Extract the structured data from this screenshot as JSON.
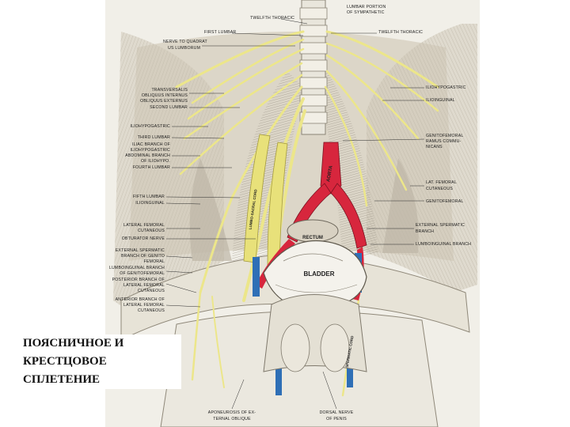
{
  "caption": {
    "line1": "ПОЯСНИЧНОЕ И",
    "line2": "КРЕСТЦОВОЕ",
    "line3": "СПЛЕТЕНИЕ"
  },
  "organs": {
    "bladder": "BLADDER",
    "rectum": "RECTUM",
    "aorta": "AORTA",
    "cord_left": "LUMBO-SACRAL CORD",
    "cord_right": "SPERMATIC CORD"
  },
  "labels_top": {
    "lumbar_portion": "LUMBAR PORTION",
    "of_sympathetic": "OF SYMPATHETIC",
    "twelfth_thoracic_left": "TWELFTH THORACIC",
    "first_lumbar": "FIRST LUMBAR",
    "twelfth_thoracic_right": "TWELFTH THORACIC",
    "nerve_to_quadrat": "NERVE TO QUADRAT",
    "us_lumborum": "US LUMBORUM"
  },
  "labels_left": [
    "TRANSVERSALIS",
    "OBLIQUUS INTERNUS",
    "OBLIQUUS EXTERNUS",
    "SECOND LUMBAR",
    "ILIOHYPOGASTRIC",
    "THIRD LUMBAR",
    "ILIAC BRANCH OF",
    "ILIOHYPOGASTRIC",
    "ABDOMINAL BRANCH",
    "OF ILIOHYPO.",
    "FOURTH LUMBAR",
    "FIFTH LUMBAR",
    "ILIOINGUINAL",
    "LATERAL FEMORAL",
    "CUTANEOUS",
    "OBTURATOR NERVE",
    "EXTERNAL SPERMATIC",
    "BRANCH OF GENITO",
    "FEMORAL",
    "LUMBOINGUINAL BRANCH",
    "OF GENITOFEMORAL",
    "POSTERIOR BRANCH OF",
    "LATERAL FEMORAL",
    "CUTANEOUS",
    "ANTERIOR BRANCH OF",
    "LATERAL FEMORAL",
    "CUTANEOUS"
  ],
  "labels_right": [
    "ILIOHYPOGASTRIC",
    "ILIOINGUINAL",
    "GENITOFEMORAL",
    "RAMUS COMMU-",
    "NICANS",
    "LAT. FEMORAL",
    "CUTANEOUS",
    "GENITOFEMORAL",
    "EXTERNAL SPERMATIC",
    "BRANCH",
    "LUMBOINGUINAL BRANCH"
  ],
  "labels_bottom": {
    "aponeurosis": "APONEUROSIS OF EX-",
    "ternal_oblique": "TERNAL OBLIQUE",
    "dorsal_nerve": "DORSAL NERVE",
    "of_penis": "OF PENIS"
  },
  "colors": {
    "nerve": "#ece68a",
    "artery": "#d7263d",
    "vein": "#2f6fb6",
    "muscle": "#c9c2b3",
    "background": "#ffffff"
  }
}
